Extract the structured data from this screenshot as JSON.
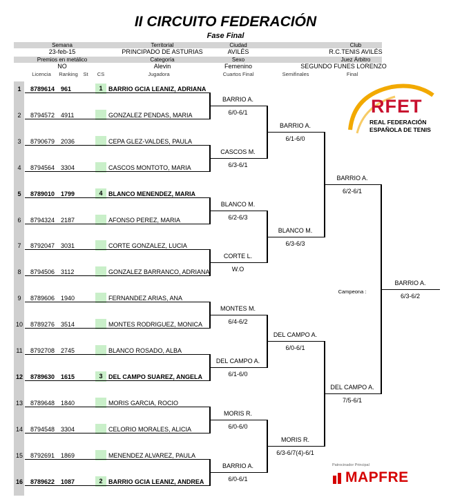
{
  "title": "II CIRCUITO FEDERACIÓN",
  "subtitle": "Fase Final",
  "info": {
    "row1_labels": [
      "Semana",
      "Territorial",
      "Ciudad",
      "Club"
    ],
    "row1_values": [
      "23-feb-15",
      "PRINCIPADO DE ASTURIAS",
      "AVILÉS",
      "R.C.TENIS AVILÉS"
    ],
    "row2_labels": [
      "Premios en metálico",
      "Categoría",
      "Sexo",
      "Juez Árbitro"
    ],
    "row2_values": [
      "NO",
      "Alevin",
      "Femenino",
      "SEGUNDO FUNES LORENZO"
    ]
  },
  "columns": {
    "licencia": "Licencia",
    "ranking": "Ranking",
    "st": "St",
    "cs": "CS",
    "jugadora": "Jugadora",
    "cuartos": "Cuartos Final",
    "semis": "Semifinales",
    "final": "Final"
  },
  "players": [
    {
      "num": "1",
      "lic": "8789614",
      "rank": "961",
      "seed": "1",
      "name": "BARRIO GCIA LEANIZ, ADRIANA",
      "bold": true
    },
    {
      "num": "2",
      "lic": "8794572",
      "rank": "4911",
      "seed": "",
      "name": "GONZALEZ PENDAS, MARIA",
      "bold": false
    },
    {
      "num": "3",
      "lic": "8790679",
      "rank": "2036",
      "seed": "",
      "name": "CEPA GLEZ-VALDES, PAULA",
      "bold": false
    },
    {
      "num": "4",
      "lic": "8794564",
      "rank": "3304",
      "seed": "",
      "name": "CASCOS MONTOTO, MARIA",
      "bold": false
    },
    {
      "num": "5",
      "lic": "8789010",
      "rank": "1799",
      "seed": "4",
      "name": "BLANCO MENENDEZ, MARIA",
      "bold": true
    },
    {
      "num": "6",
      "lic": "8794324",
      "rank": "2187",
      "seed": "",
      "name": "AFONSO PEREZ, MARIA",
      "bold": false
    },
    {
      "num": "7",
      "lic": "8792047",
      "rank": "3031",
      "seed": "",
      "name": "CORTE GONZALEZ, LUCIA",
      "bold": false
    },
    {
      "num": "8",
      "lic": "8794506",
      "rank": "3112",
      "seed": "",
      "name": "GONZALEZ BARRANCO, ADRIANA",
      "bold": false
    },
    {
      "num": "9",
      "lic": "8789606",
      "rank": "1940",
      "seed": "",
      "name": "FERNANDEZ ARIAS, ANA",
      "bold": false
    },
    {
      "num": "10",
      "lic": "8789276",
      "rank": "3514",
      "seed": "",
      "name": "MONTES RODRIGUEZ, MONICA",
      "bold": false
    },
    {
      "num": "11",
      "lic": "8792708",
      "rank": "2745",
      "seed": "",
      "name": "BLANCO ROSADO, ALBA",
      "bold": false
    },
    {
      "num": "12",
      "lic": "8789630",
      "rank": "1615",
      "seed": "3",
      "name": "DEL CAMPO SUAREZ, ANGELA",
      "bold": true
    },
    {
      "num": "13",
      "lic": "8789648",
      "rank": "1840",
      "seed": "",
      "name": "MORIS GARCIA, ROCIO",
      "bold": false
    },
    {
      "num": "14",
      "lic": "8794548",
      "rank": "3304",
      "seed": "",
      "name": "CELORIO MORALES, ALICIA",
      "bold": false
    },
    {
      "num": "15",
      "lic": "8792691",
      "rank": "1869",
      "seed": "",
      "name": "MENENDEZ ALVAREZ, PAULA",
      "bold": false
    },
    {
      "num": "16",
      "lic": "8789622",
      "rank": "1087",
      "seed": "2",
      "name": "BARRIO GCIA LEANIZ, ANDREA",
      "bold": true
    }
  ],
  "quarterfinals": [
    {
      "winner": "BARRIO A.",
      "score": "6/0-6/1"
    },
    {
      "winner": "CASCOS M.",
      "score": "6/3-6/1"
    },
    {
      "winner": "BLANCO M.",
      "score": "6/2-6/3"
    },
    {
      "winner": "CORTE L.",
      "score": "W.O"
    },
    {
      "winner": "MONTES M.",
      "score": "6/4-6/2"
    },
    {
      "winner": "DEL CAMPO A.",
      "score": "6/1-6/0"
    },
    {
      "winner": "MORIS R.",
      "score": "6/0-6/0"
    },
    {
      "winner": "BARRIO A.",
      "score": "6/0-6/1"
    }
  ],
  "semifinals": [
    {
      "winner": "BARRIO A.",
      "score": "6/1-6/0"
    },
    {
      "winner": "BLANCO M.",
      "score": "6/3-6/3"
    },
    {
      "winner": "DEL CAMPO A.",
      "score": "6/0-6/1"
    },
    {
      "winner": "MORIS R.",
      "score": "6/3-6/7(4)-6/1"
    }
  ],
  "finals": [
    {
      "winner": "BARRIO A.",
      "score": "6/2-6/1"
    },
    {
      "winner": "DEL CAMPO A.",
      "score": "7/5-6/1"
    }
  ],
  "champion": {
    "label": "Campeona :",
    "winner": "BARRIO A.",
    "score": "6/3-6/2"
  },
  "logo": {
    "name": "RFET",
    "line1": "REAL FEDERACIÓN",
    "line2": "ESPAÑOLA DE TENIS",
    "accent": "#c8102e"
  },
  "sponsor": {
    "label": "Patrocinador Principal",
    "name": "MAPFRE",
    "color": "#d50000"
  }
}
